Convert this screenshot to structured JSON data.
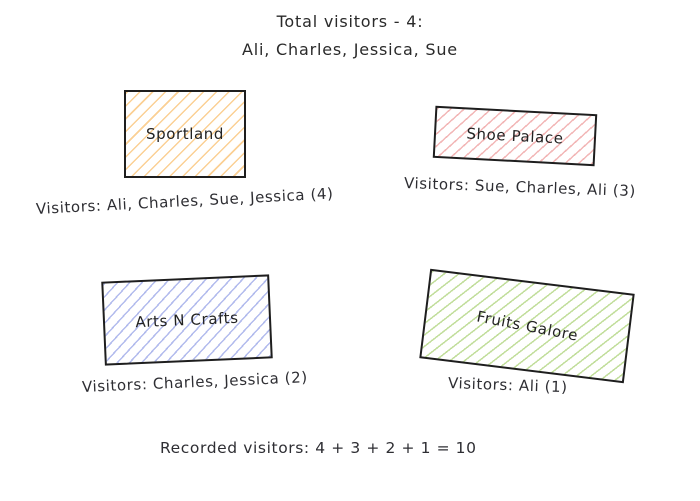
{
  "header": {
    "line1": "Total visitors - 4:",
    "line2": "Ali, Charles, Jessica, Sue"
  },
  "stores": [
    {
      "name": "Sportland",
      "visitors": "Visitors: Ali, Charles, Sue, Jessica (4)",
      "color": "#f7c88a"
    },
    {
      "name": "Shoe Palace",
      "visitors": "Visitors: Sue, Charles, Ali (3)",
      "color": "#f0a8a8"
    },
    {
      "name": "Arts N Crafts",
      "visitors": "Visitors: Charles, Jessica (2)",
      "color": "#aab4eb"
    },
    {
      "name": "Fruits Galore",
      "visitors": "Visitors: Ali (1)",
      "color": "#bedc96"
    }
  ],
  "footer": {
    "summary": "Recorded visitors: 4 + 3 + 2 + 1 = 10"
  }
}
